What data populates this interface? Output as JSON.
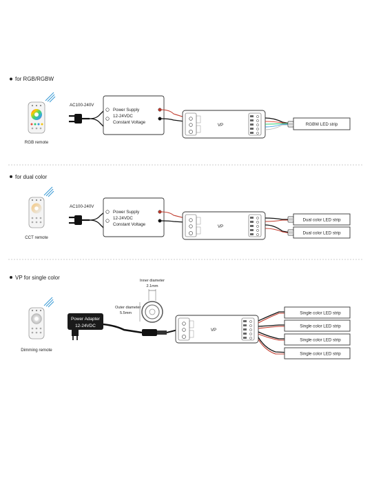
{
  "sections": [
    {
      "title": "for RGB/RGBW",
      "remote_label": "RGB remote",
      "input_label": "AC100-240V",
      "supply_lines": [
        "Power Supply",
        "12-24VDC",
        "Constant Voltage"
      ],
      "controller_label": "VP",
      "strips": [
        "RGBW LED strip"
      ]
    },
    {
      "title": "for dual color",
      "remote_label": "CCT remote",
      "input_label": "AC100-240V",
      "supply_lines": [
        "Power Supply",
        "12-24VDC",
        "Constant Voltage"
      ],
      "controller_label": "VP",
      "strips": [
        "Dual color LED strip",
        "Dual color LED strip"
      ]
    },
    {
      "title": "VP for single color",
      "remote_label": "Dimming remote",
      "adapter_lines": [
        "Power Adapter",
        "12-24VDC"
      ],
      "inner_diameter": [
        "Inner diameter",
        "2.1mm"
      ],
      "outer_diameter": [
        "Outer diameter",
        "5.5mm"
      ],
      "controller_label": "VP",
      "strips": [
        "Single color LED strip",
        "Single color LED strip",
        "Single color LED strip",
        "Single color LED strip"
      ]
    }
  ],
  "icons": {
    "bullet": "bullet-icon",
    "wireless": "wireless-signal-icon",
    "plug": "ac-plug-icon",
    "remote": "remote-control-icon",
    "dc_jack": "dc-jack-icon"
  },
  "colors": {
    "wire": "#111111",
    "positive": "#c0392b",
    "adapter": "#1a1a1a"
  }
}
